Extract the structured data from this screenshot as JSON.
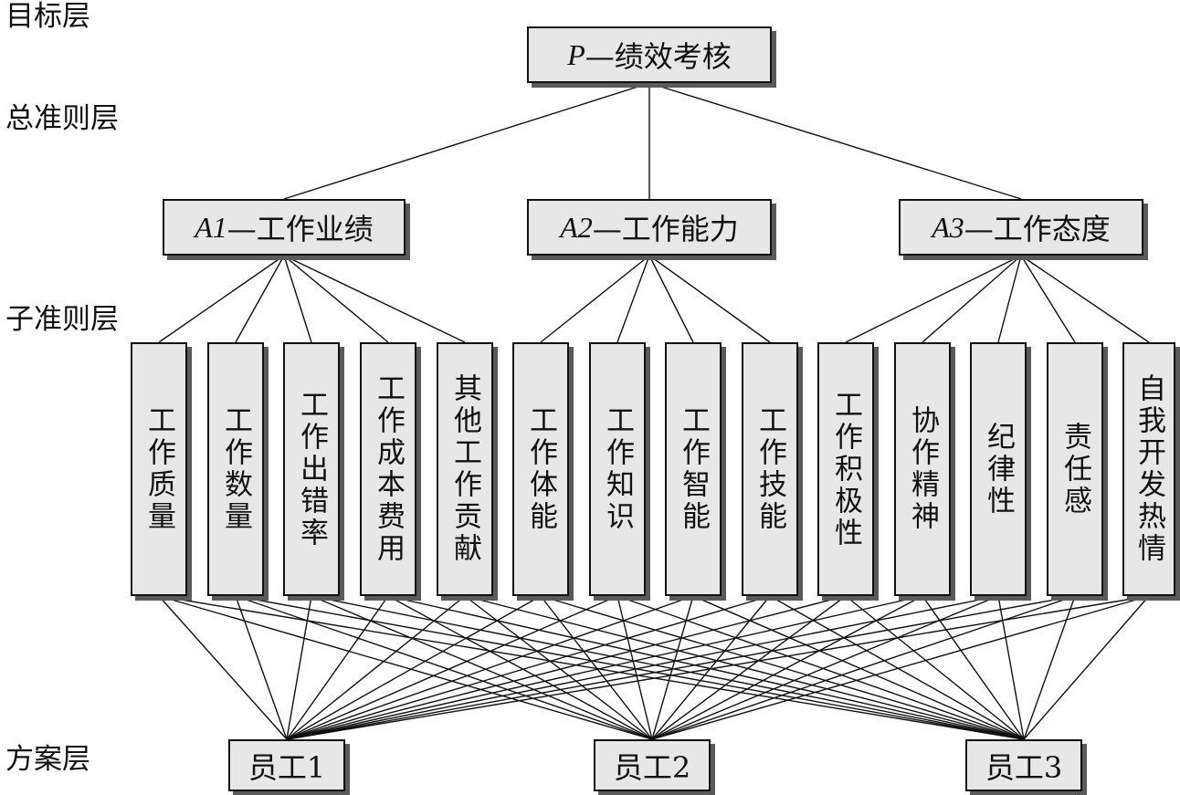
{
  "layers": {
    "goal": "目标层",
    "criteria": "总准则层",
    "subcriteria": "子准则层",
    "alternatives": "方案层"
  },
  "goal": {
    "prefix": "P",
    "text": "—绩效考核"
  },
  "criteria": [
    {
      "prefix": "A1",
      "text": "—工作业绩"
    },
    {
      "prefix": "A2",
      "text": "—工作能力"
    },
    {
      "prefix": "A3",
      "text": "—工作态度"
    }
  ],
  "subcriteria": [
    "工作质量",
    "工作数量",
    "工作出错率",
    "工作成本费用",
    "其他工作贡献",
    "工作体能",
    "工作知识",
    "工作智能",
    "工作技能",
    "工作积极性",
    "协作精神",
    "纪律性",
    "责任感",
    "自我开发热情"
  ],
  "alternatives": [
    "员工1",
    "员工2",
    "员工3"
  ],
  "colors": {
    "box_fill": "#e7e7e7",
    "shadow": "#5a5a5a",
    "line": "#111111"
  }
}
